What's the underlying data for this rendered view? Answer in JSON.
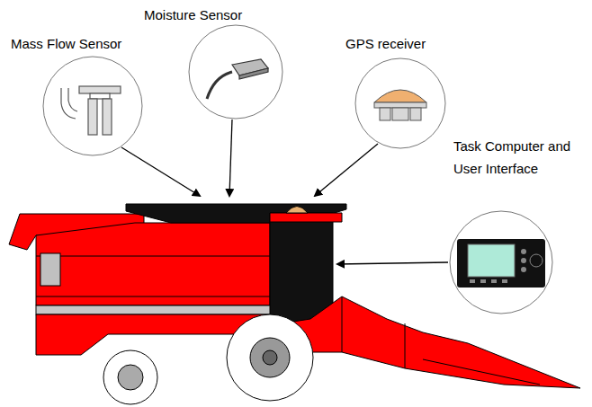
{
  "diagram": {
    "labels": [
      "Mass Flow Sensor",
      "Moisture Sensor",
      "GPS receiver",
      "Task Computer and User Interface"
    ]
  }
}
